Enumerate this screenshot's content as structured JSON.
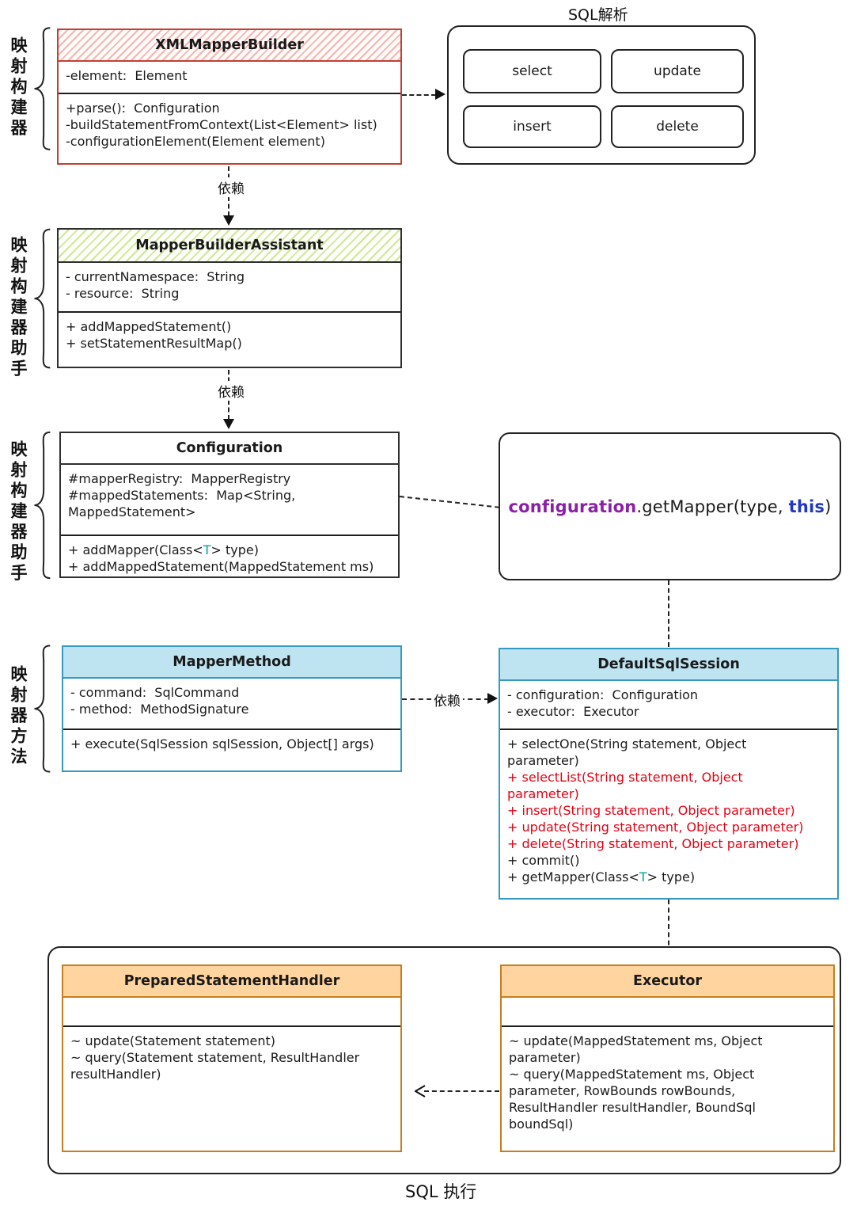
{
  "side_labels": {
    "group1": "映射构建器",
    "group2": "映射构建器助手",
    "group3": "映射构建器助手",
    "group4": "映射器方法"
  },
  "arrows": {
    "dep_label": "依赖"
  },
  "sql_parse": {
    "title": "SQL解析",
    "items": [
      "select",
      "update",
      "insert",
      "delete"
    ]
  },
  "sql_exec": {
    "title": "SQL 执行"
  },
  "code_box": {
    "line": [
      [
        [
          "configuration",
          "purple"
        ],
        [
          ".getMapper(type, ",
          "plain"
        ],
        [
          "this",
          "blue"
        ],
        [
          ")",
          "plain"
        ]
      ]
    ]
  },
  "classes": {
    "xml_mapper_builder": {
      "title": "XMLMapperBuilder",
      "attributes": [
        [
          [
            "-element:  Element"
          ]
        ]
      ],
      "methods": [
        [
          [
            "+parse():  Configuration"
          ]
        ],
        [
          [
            "-buildStatementFromContext(List<Element> list)"
          ]
        ],
        [
          [
            "-configurationElement(Element element)"
          ]
        ]
      ]
    },
    "mapper_builder_assistant": {
      "title": "MapperBuilderAssistant",
      "attributes": [
        [
          [
            "- currentNamespace:  String"
          ]
        ],
        [
          [
            "- resource:  String"
          ]
        ]
      ],
      "methods": [
        [
          [
            "+ addMappedStatement()"
          ]
        ],
        [
          [
            "+ setStatementResultMap()"
          ]
        ]
      ]
    },
    "configuration": {
      "title": "Configuration",
      "attributes": [
        [
          [
            "#mapperRegistry:  MapperRegistry"
          ]
        ],
        [
          [
            "#mappedStatements:  Map<String,\nMappedStatement>"
          ]
        ]
      ],
      "methods": [
        [
          [
            "+ addMapper(Class<",
            "plain"
          ],
          [
            "T",
            "teal"
          ],
          [
            "> type)",
            "plain"
          ]
        ],
        [
          [
            "+ addMappedStatement(MappedStatement ms)"
          ]
        ]
      ]
    },
    "mapper_method": {
      "title": "MapperMethod",
      "attributes": [
        [
          [
            "- command:  SqlCommand"
          ]
        ],
        [
          [
            "- method:  MethodSignature"
          ]
        ]
      ],
      "methods": [
        [
          [
            "+ execute(SqlSession sqlSession, Object[] args)"
          ]
        ]
      ]
    },
    "default_sql_session": {
      "title": "DefaultSqlSession",
      "attributes": [
        [
          [
            "- configuration:  Configuration"
          ]
        ],
        [
          [
            "- executor:  Executor"
          ]
        ]
      ],
      "methods": [
        [
          [
            "+ selectOne(String statement, Object\nparameter)"
          ]
        ],
        [
          [
            "+ selectList(String statement, Object\nparameter)",
            "red"
          ]
        ],
        [
          [
            "+ insert(String statement, Object parameter)",
            "red"
          ]
        ],
        [
          [
            "+ update(String statement, Object parameter)",
            "red"
          ]
        ],
        [
          [
            "+ delete(String statement, Object parameter)",
            "red"
          ]
        ],
        [
          [
            "+ commit()"
          ]
        ],
        [
          [
            "+ getMapper(Class<",
            "plain"
          ],
          [
            "T",
            "teal"
          ],
          [
            "> type)",
            "plain"
          ]
        ]
      ]
    },
    "prepared_statement_handler": {
      "title": "PreparedStatementHandler",
      "attributes": [],
      "methods": [
        [
          [
            "~ update(Statement statement)"
          ]
        ],
        [
          [
            "~ query(Statement statement, ResultHandler\nresultHandler)"
          ]
        ]
      ]
    },
    "executor": {
      "title": "Executor",
      "attributes": [],
      "methods": [
        [
          [
            "~ update(MappedStatement ms, Object\nparameter)"
          ]
        ],
        [
          [
            "~ query(MappedStatement ms, Object\nparameter, RowBounds rowBounds,\nResultHandler resultHandler, BoundSql\nboundSql)"
          ]
        ]
      ]
    }
  },
  "colors": {
    "red_border": "#c2402f",
    "dark_border": "#2f2f2f",
    "blue_border": "#3599c2",
    "blue_header_fill": "#bee3f1",
    "orange_border": "#c87d1e",
    "orange_header_fill": "#ffd49e",
    "method_red": "#e60012",
    "generic_teal": "#00a2a2",
    "code_purple": "#8b1fa8",
    "code_blue": "#1f36c7"
  }
}
